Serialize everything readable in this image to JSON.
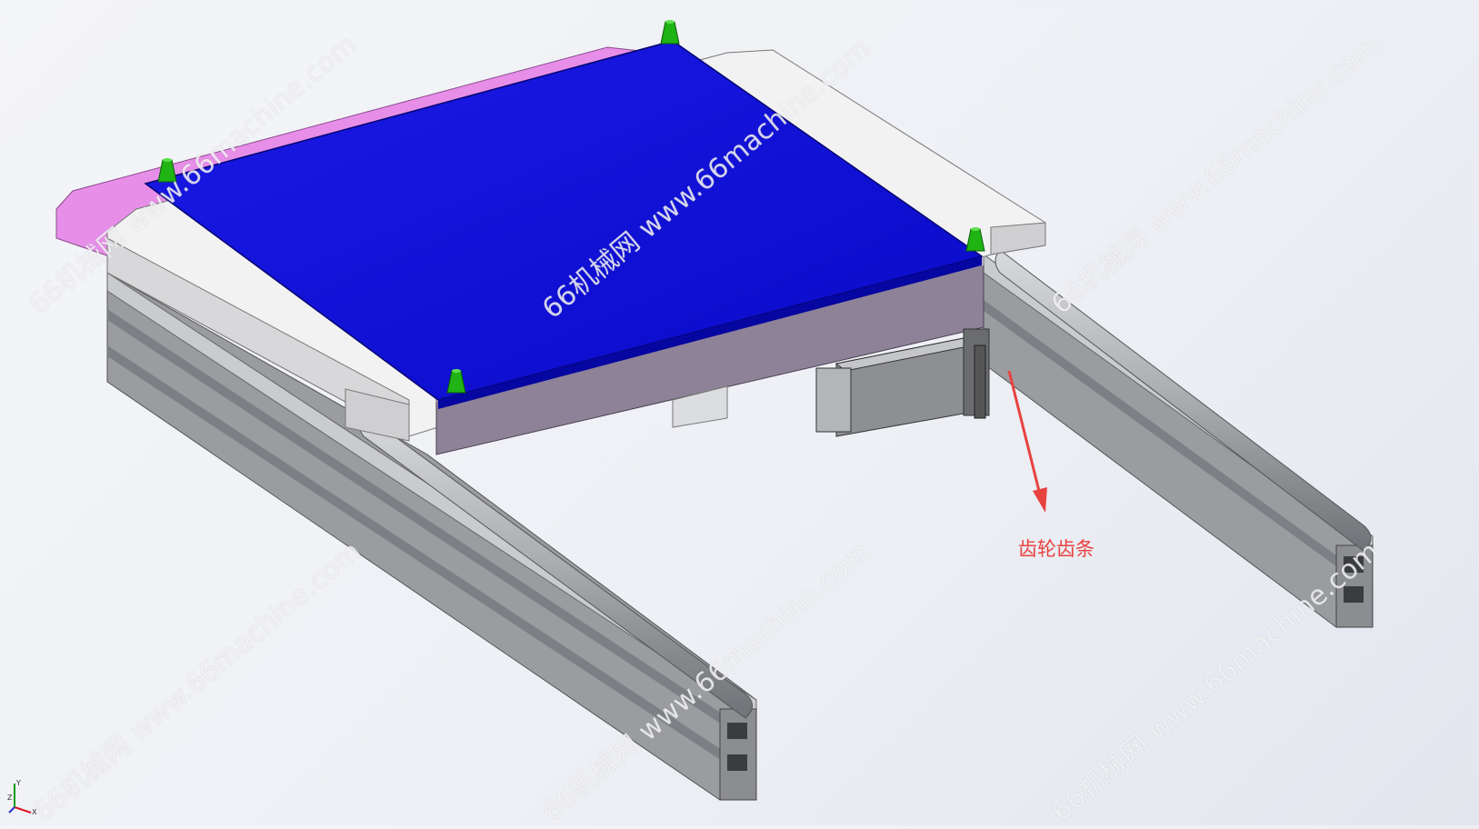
{
  "annotation": {
    "label": "齿轮齿条",
    "color": "#e8423f"
  },
  "watermark": {
    "text": "66机械网 www.66machine.com"
  },
  "colors": {
    "table_top": "#1010d8",
    "pink_plate": "#e68ee8",
    "locator_pins": "#1fb314",
    "frame_purple": "#8e8298",
    "rail_gray": "#a9abae",
    "arrow": "#e8423f"
  },
  "axis_triad": {
    "x_label": "X",
    "y_label": "Y",
    "z_label": "Z"
  }
}
